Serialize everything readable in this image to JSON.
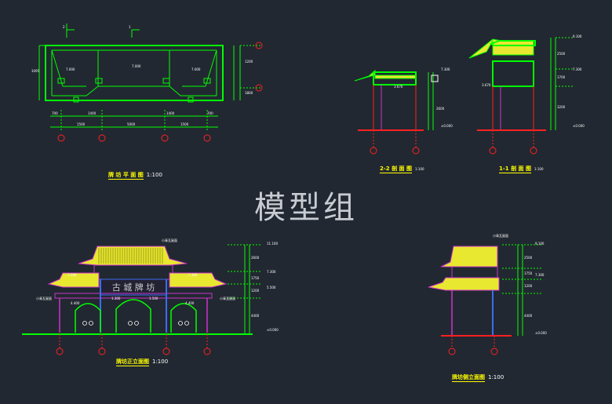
{
  "watermark": "模型组",
  "labels": {
    "plan_title": "牌 坊 平 面 图",
    "plan_scale": "1:100",
    "section22_title": "2-2 剖 面 图",
    "section22_scale": "1:100",
    "section11_title": "1-1 剖 面 图",
    "section11_scale": "1:100",
    "front_title": "牌坊正立面图",
    "front_scale": "1:100",
    "side_title": "牌坊侧立面图",
    "side_scale": "1:100"
  },
  "plan_dims": {
    "top_mark": "1",
    "left_mark": "2",
    "bottom_total": "5000",
    "bottom_left": "1500",
    "bottom_right": "1500",
    "bottom_mid_left": "1400",
    "bottom_mid_right": "1400",
    "bottom_edge_left": "700",
    "bottom_edge_right": "700",
    "right_top": "1200",
    "right_bottom": "1800",
    "left_height": "3495",
    "inner_left": "7.000",
    "inner_center": "7.000",
    "inner_right": "7.000"
  },
  "section_dims": {
    "s22_top": "7.300",
    "s22_height": "2600",
    "s22_base": "±0.000",
    "s22_roof": "3.670",
    "s11_top": "9.100",
    "s11_upper": "2500",
    "s11_mid": "1700",
    "s11_mid_mark": "7.300",
    "s11_lower": "3200",
    "s11_base": "±0.000",
    "s11_roof": "3.670"
  },
  "front_dims": {
    "top_level": "11.100",
    "mid_level": "7.300",
    "low_level": "5.500",
    "base_level": "±0.000",
    "d1": "2600",
    "d2": "1750",
    "d3": "1200",
    "d4": "4400",
    "top_note": "小青瓦屋面",
    "left_note": "7.300",
    "right_note": "7.300",
    "side_note_left": "小青瓦屋面",
    "side_note_right": "小青瓦屋面",
    "mid_label_left": "1.300",
    "mid_label_right": "1.500",
    "gate_left": "4.400",
    "gate_right": "4.400",
    "plaque_text": "古 城 牌 坊"
  },
  "side_dims": {
    "top_level": "9.100",
    "mid_level": "7.300",
    "base_level": "±0.000",
    "d1": "2500",
    "d2": "1200",
    "d3": "4400",
    "d4": "1750",
    "roof_note": "小青瓦屋面"
  },
  "colors": {
    "background": "#222831",
    "frame": "#00ff00",
    "dim": "#00ff00",
    "text": "#ffffff",
    "title": "#ffff00",
    "red": "#ff2020",
    "magenta": "#cc33cc",
    "blue": "#3a6df0",
    "roof": "#e8e830"
  }
}
